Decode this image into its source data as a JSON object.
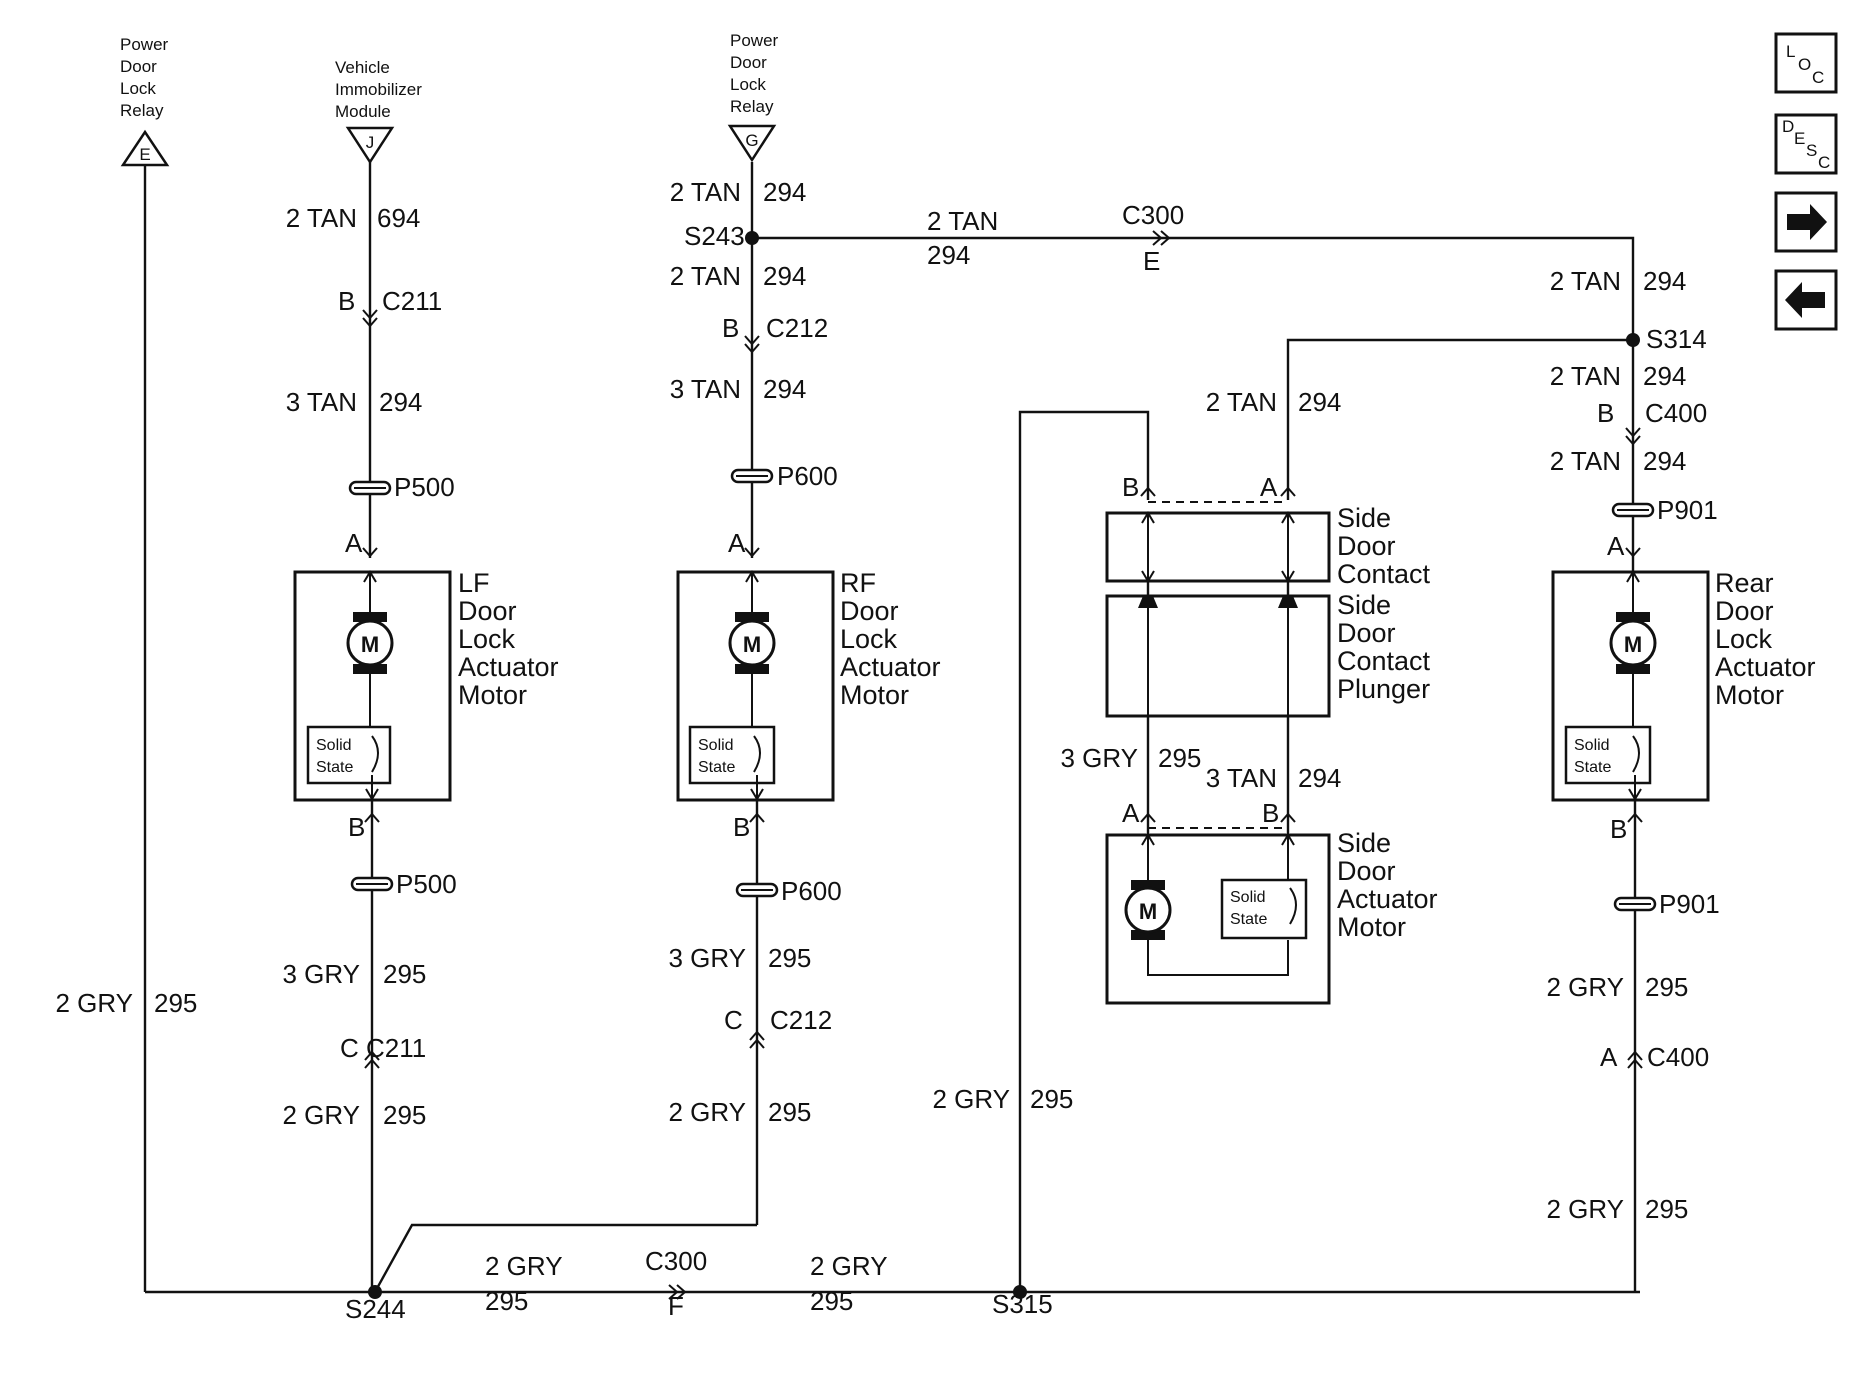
{
  "sources": {
    "E": {
      "name": "Power\nDoor\nLock\nRelay",
      "pin": "E"
    },
    "J": {
      "name": "Vehicle\nImmobilizer\nModule",
      "pin": "J"
    },
    "G": {
      "name": "Power\nDoor\nLock\nRelay",
      "pin": "G"
    }
  },
  "nav": {
    "loc": "LOC",
    "desc": "DESC"
  },
  "wires": {
    "w694": {
      "size": "2 TAN",
      "circuit": "694"
    },
    "lf_top": {
      "size": "3 TAN",
      "circuit": "294"
    },
    "lf_bot": {
      "size": "3 GRY",
      "circuit": "295"
    },
    "lf_low": {
      "size": "2 GRY",
      "circuit": "295"
    },
    "e_line": {
      "size": "2 GRY",
      "circuit": "295"
    },
    "rf_a": {
      "size": "2 TAN",
      "circuit": "294"
    },
    "rf_b": {
      "size": "2 TAN",
      "circuit": "294"
    },
    "rf_top": {
      "size": "3 TAN",
      "circuit": "294"
    },
    "rf_bot": {
      "size": "3 GRY",
      "circuit": "295"
    },
    "rf_low": {
      "size": "2 GRY",
      "circuit": "295"
    },
    "horiz_tan": {
      "size": "2 TAN",
      "circuit": "294"
    },
    "rear_top": {
      "size": "2 TAN",
      "circuit": "294"
    },
    "rear_mid1": {
      "size": "2 TAN",
      "circuit": "294"
    },
    "rear_mid2": {
      "size": "2 TAN",
      "circuit": "294"
    },
    "side_top": {
      "size": "2 TAN",
      "circuit": "294"
    },
    "side_gry": {
      "size": "3 GRY",
      "circuit": "295"
    },
    "side_tan": {
      "size": "3 TAN",
      "circuit": "294"
    },
    "s315_up": {
      "size": "2 GRY",
      "circuit": "295"
    },
    "rear_bot1": {
      "size": "2 GRY",
      "circuit": "295"
    },
    "rear_bot2": {
      "size": "2 GRY",
      "circuit": "295"
    },
    "bus1": {
      "size": "2 GRY",
      "circuit": "295"
    },
    "bus2": {
      "size": "2 GRY",
      "circuit": "295"
    }
  },
  "connectors": {
    "c211": "C211",
    "c212": "C212",
    "c300": "C300",
    "c400": "C400",
    "p500": "P500",
    "p600": "P600",
    "p901": "P901"
  },
  "pins": {
    "A": "A",
    "B": "B",
    "C": "C",
    "E": "E",
    "F": "F"
  },
  "splices": {
    "s243": "S243",
    "s244": "S244",
    "s314": "S314",
    "s315": "S315"
  },
  "components": {
    "lf": "LF\nDoor\nLock\nActuator\nMotor",
    "rf": "RF\nDoor\nLock\nActuator\nMotor",
    "rear": "Rear\nDoor\nLock\nActuator\nMotor",
    "contact": "Side\nDoor\nContact",
    "plunger": "Side\nDoor\nContact\nPlunger",
    "side_motor": "Side\nDoor\nActuator\nMotor"
  },
  "symbols": {
    "motor": "M",
    "solid_state": "Solid\nState"
  }
}
